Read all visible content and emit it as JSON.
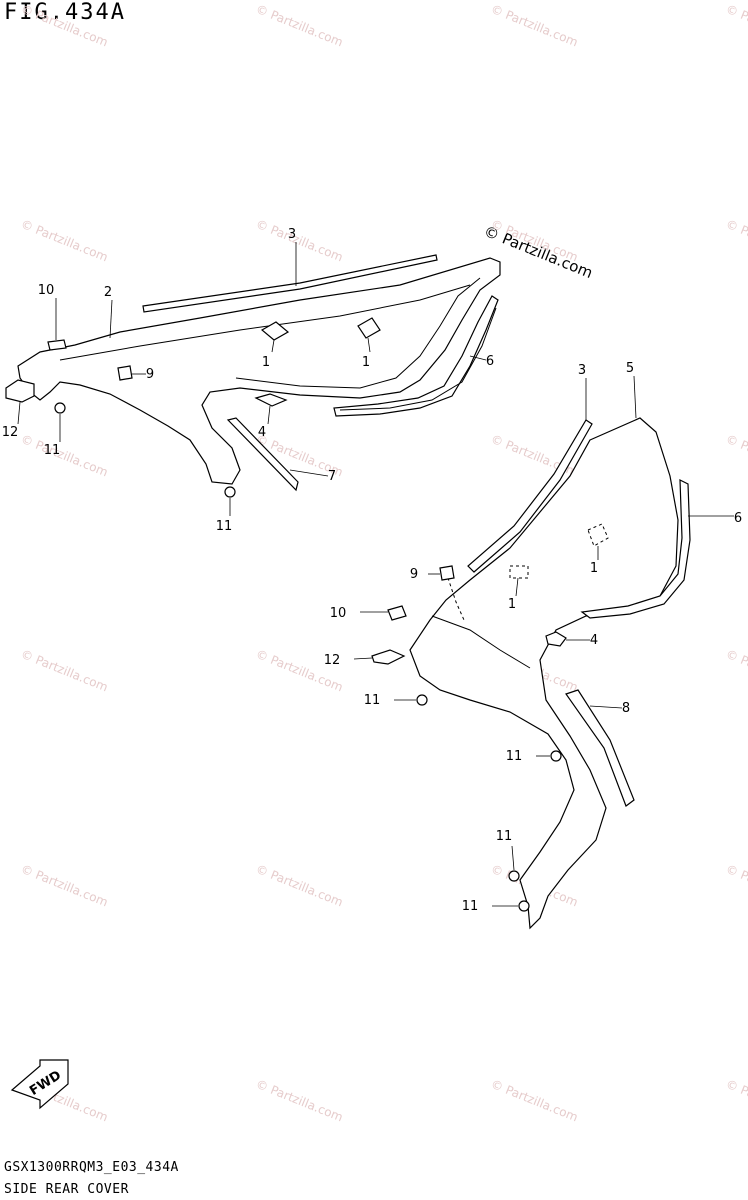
{
  "figure": {
    "title": "FIG.434A",
    "code": "GSX1300RRQM3_E03_434A",
    "name": "SIDE REAR COVER",
    "copyright": "© Partzilla.com",
    "watermark": "© Partzilla.com",
    "fwd_label": "FWD"
  },
  "callouts": {
    "left_assembly": [
      "3",
      "2",
      "10",
      "9",
      "1",
      "1",
      "6",
      "12",
      "11",
      "4",
      "7",
      "11"
    ],
    "right_assembly": [
      "3",
      "5",
      "6",
      "1",
      "9",
      "1",
      "10",
      "4",
      "12",
      "11",
      "8",
      "11",
      "11",
      "11"
    ]
  }
}
